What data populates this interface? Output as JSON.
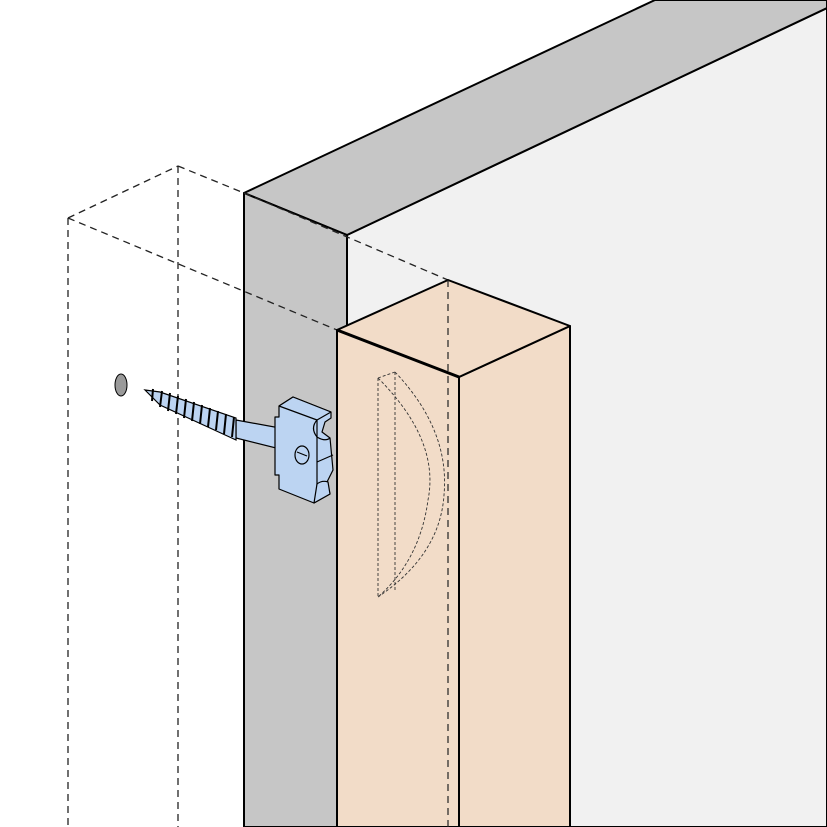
{
  "diagram": {
    "colors": {
      "panel_edge": "#c6c6c6",
      "panel_face": "#f1f1f1",
      "post": "#f2dcc8",
      "bracket": "#bcd4f2",
      "hole": "#9a9a9a",
      "line": "#000000"
    },
    "parts": [
      "cabinet-panel",
      "wood-post",
      "ghost-post-outline",
      "screw",
      "mounting-bracket",
      "pilot-hole",
      "hidden-recess"
    ]
  }
}
